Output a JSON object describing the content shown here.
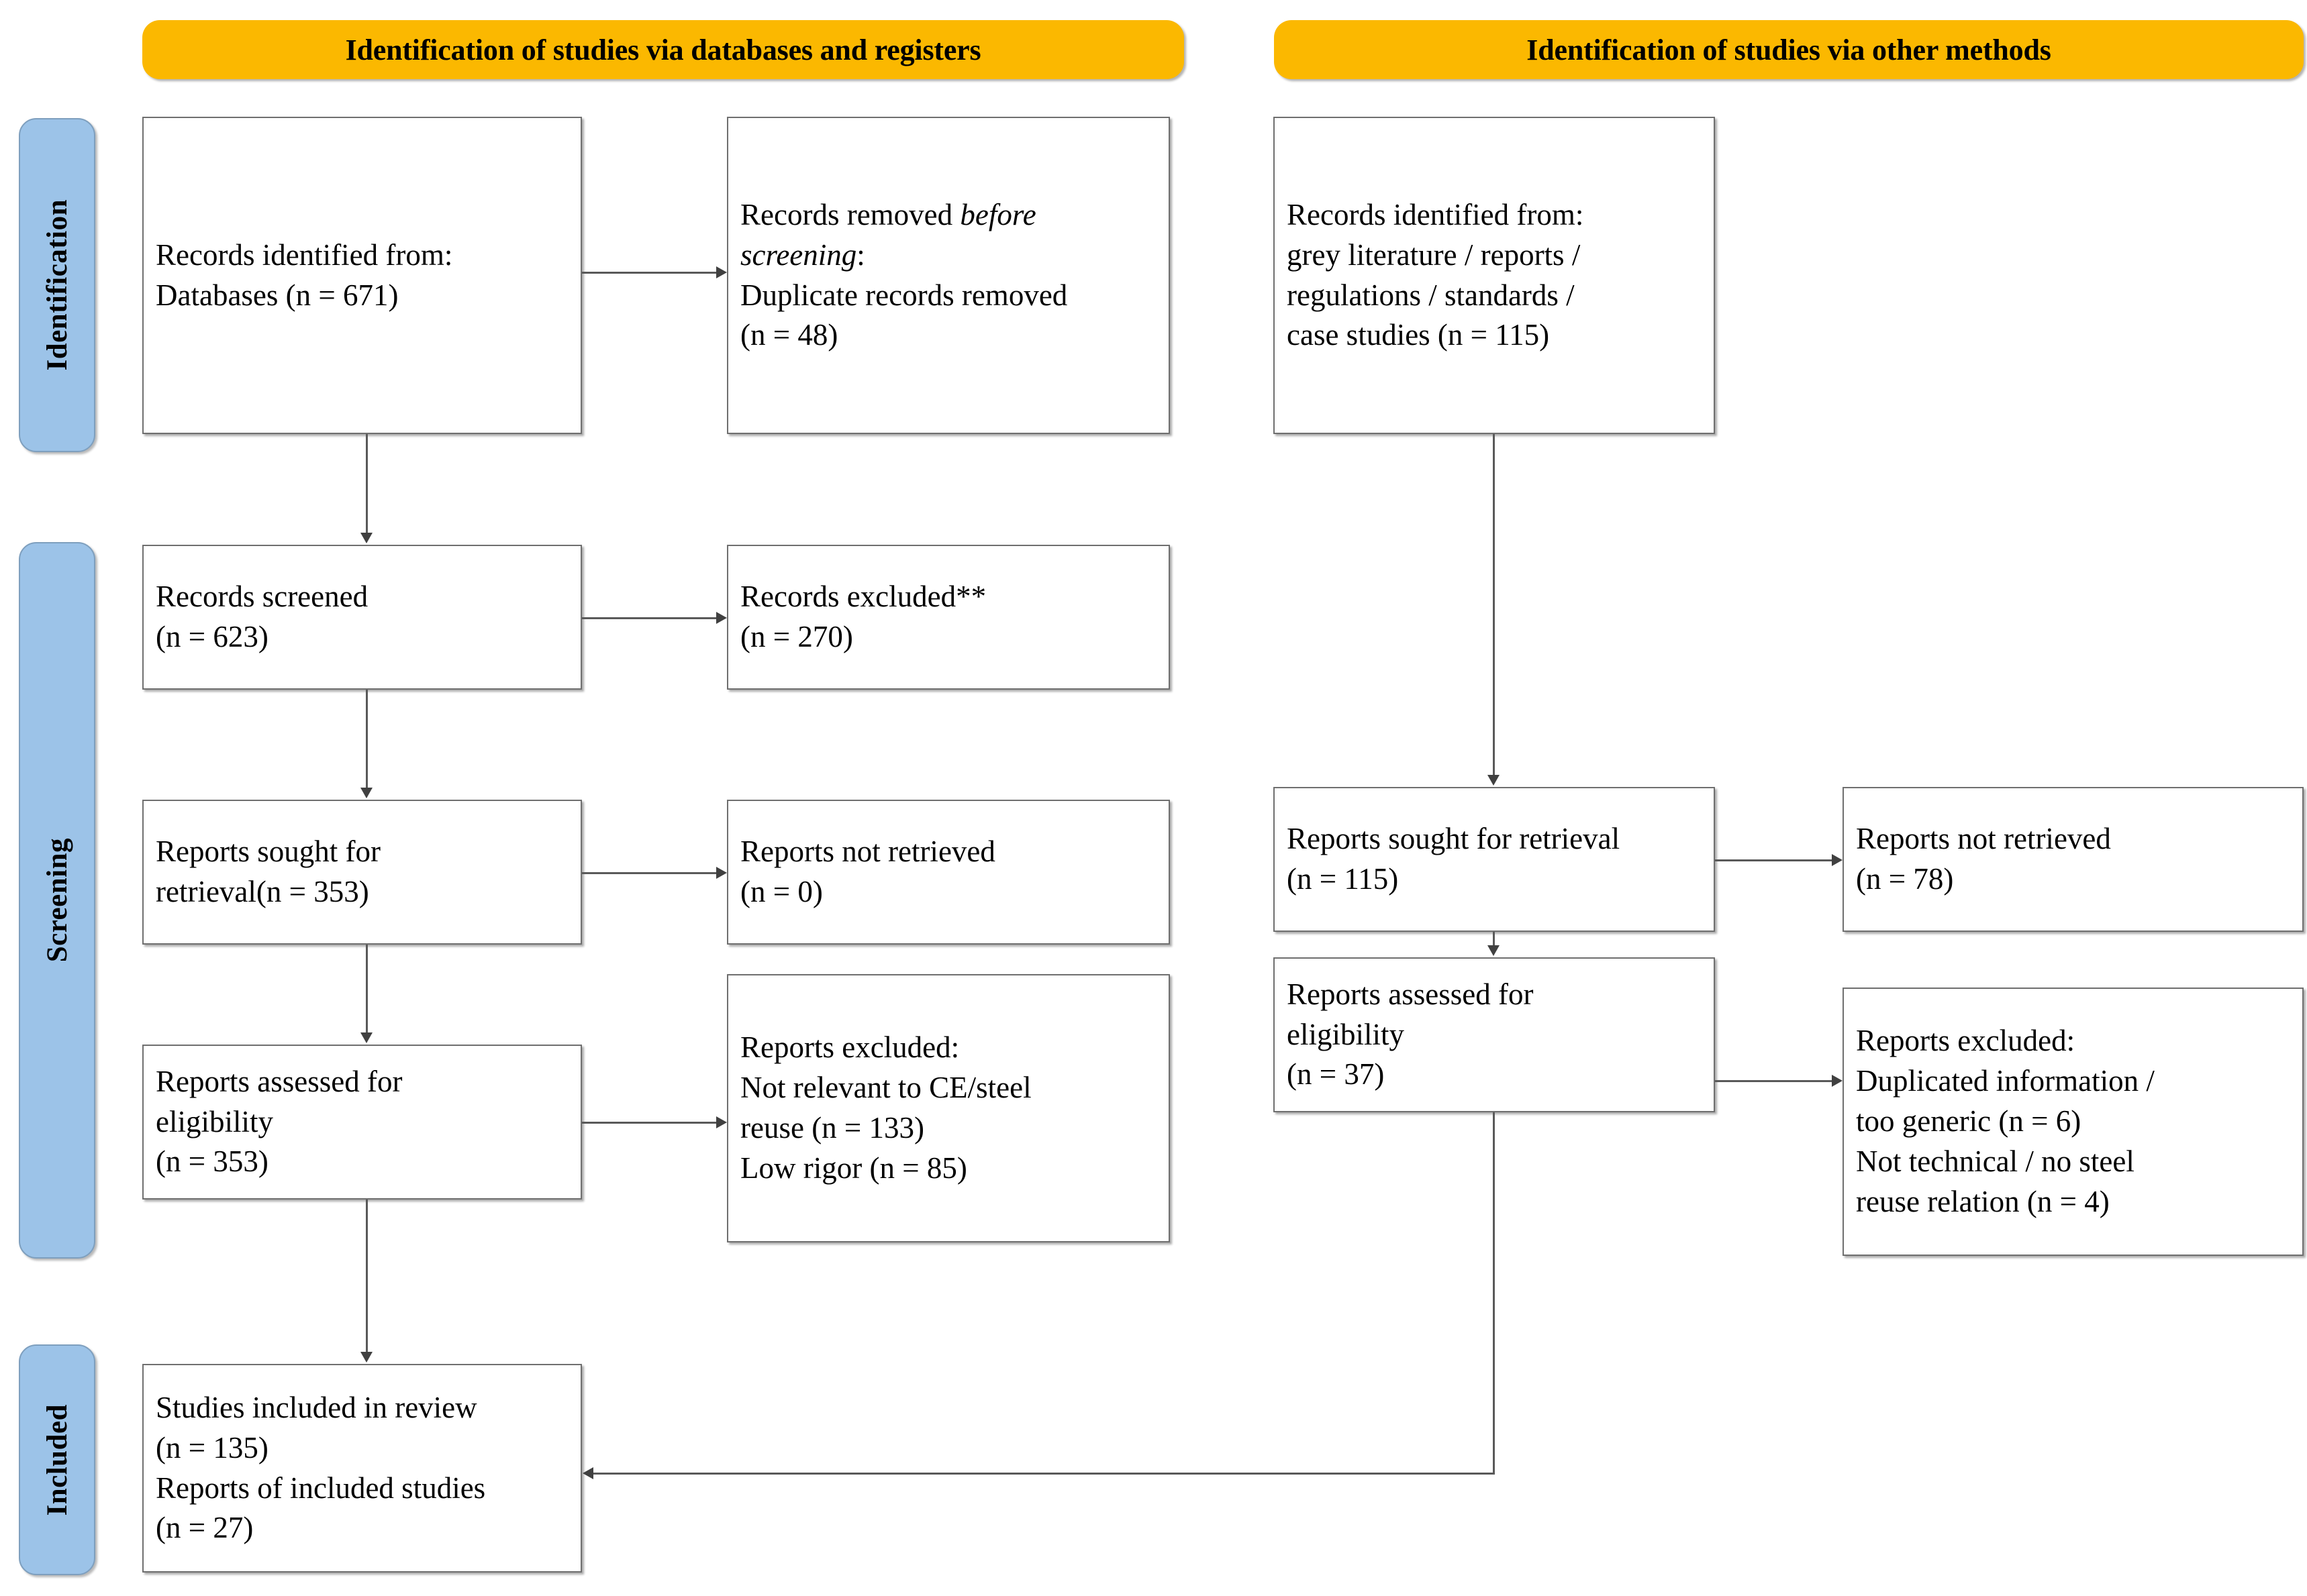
{
  "diagram": {
    "title": "PRISMA 2020 flow diagram",
    "colors": {
      "banner_fill": "#FBB800",
      "rail_fill": "#9CC3E8",
      "rail_border": "#7E9FBE",
      "node_border": "#6F6F6F",
      "connector": "#595959",
      "text": "#000000",
      "page_background": "#FFFFFF"
    }
  },
  "banners": {
    "databases": "Identification of studies via databases and registers",
    "other_methods": "Identification of studies via other methods"
  },
  "rails": {
    "identification": "Identification",
    "screening": "Screening",
    "included": "Included"
  },
  "nodes": {
    "records_identified_db": {
      "line1": "Records identified from:",
      "line2": "Databases (n = 671)",
      "n": 671
    },
    "records_removed": {
      "line1_prefix": "Records removed ",
      "line1_italic": "before",
      "line2_italic": "screening",
      "line2_suffix": ":",
      "line3": "Duplicate records removed",
      "line4": "(n = 48)",
      "n": 48
    },
    "records_identified_other": {
      "line1": "Records identified from:",
      "line2": "grey literature / reports /",
      "line3": "regulations / standards /",
      "line4": "case studies (n = 115)",
      "n": 115
    },
    "records_screened": {
      "line1": "Records screened",
      "line2": "(n = 623)",
      "n": 623
    },
    "records_excluded": {
      "line1": "Records excluded**",
      "line2": "(n = 270)",
      "n": 270
    },
    "reports_sought_db": {
      "line1": "Reports sought for",
      "line2": "retrieval(n = 353)",
      "n": 353
    },
    "reports_not_retrieved_db": {
      "line1": "Reports not retrieved",
      "line2": "(n = 0)",
      "n": 0
    },
    "reports_assessed_db": {
      "line1": "Reports assessed for",
      "line2": "eligibility",
      "line3": "(n = 353)",
      "n": 353
    },
    "reports_excluded_db": {
      "line1": "Reports excluded:",
      "line2": "Not relevant to CE/steel",
      "line3": "reuse (n = 133)",
      "line4": "Low rigor (n = 85)",
      "n_not_relevant": 133,
      "n_low_rigor": 85
    },
    "reports_sought_other": {
      "line1": "Reports sought for retrieval",
      "line2": "(n = 115)",
      "n": 115
    },
    "reports_not_retrieved_other": {
      "line1": "Reports not retrieved",
      "line2": "(n = 78)",
      "n": 78
    },
    "reports_assessed_other": {
      "line1": "Reports assessed for",
      "line2": "eligibility",
      "line3": "(n = 37)",
      "n": 37
    },
    "reports_excluded_other": {
      "line1": "Reports excluded:",
      "line2": "Duplicated information /",
      "line3": "too generic (n = 6)",
      "line4": "Not technical / no steel",
      "line5": "reuse relation (n = 4)",
      "n_duplicated": 6,
      "n_not_technical": 4
    },
    "studies_included": {
      "line1": "Studies included in review",
      "line2": "(n = 135)",
      "line3": "Reports of included studies",
      "line4": "(n = 27)",
      "n_studies": 135,
      "n_reports": 27
    }
  }
}
